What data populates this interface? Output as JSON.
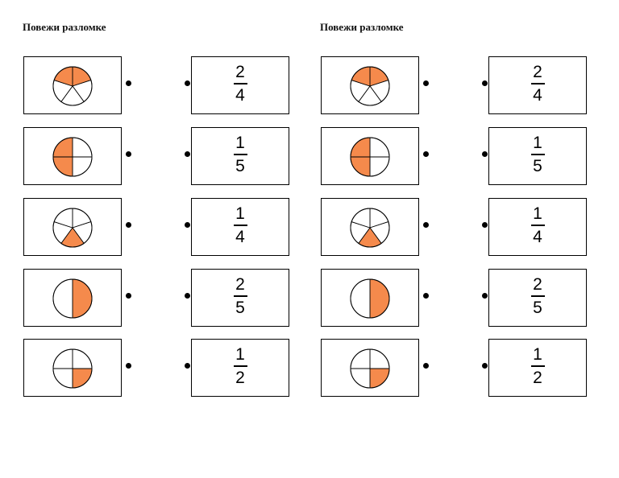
{
  "worksheets": [
    {
      "title": "Повежи разломке",
      "rows": [
        {
          "pie": {
            "parts": 5,
            "shaded": [
              0,
              4
            ]
          },
          "fraction": {
            "numerator": "2",
            "denominator": "4"
          }
        },
        {
          "pie": {
            "parts": 4,
            "shaded": [
              2,
              3
            ]
          },
          "fraction": {
            "numerator": "1",
            "denominator": "5"
          }
        },
        {
          "pie": {
            "parts": 5,
            "shaded": [
              2
            ]
          },
          "fraction": {
            "numerator": "1",
            "denominator": "4"
          }
        },
        {
          "pie": {
            "parts": 2,
            "shaded": [
              0
            ]
          },
          "fraction": {
            "numerator": "2",
            "denominator": "5"
          }
        },
        {
          "pie": {
            "parts": 4,
            "shaded": [
              1
            ]
          },
          "fraction": {
            "numerator": "1",
            "denominator": "2"
          }
        }
      ]
    },
    {
      "title": "Повежи разломке",
      "rows": [
        {
          "pie": {
            "parts": 5,
            "shaded": [
              0,
              4
            ]
          },
          "fraction": {
            "numerator": "2",
            "denominator": "4"
          }
        },
        {
          "pie": {
            "parts": 4,
            "shaded": [
              2,
              3
            ]
          },
          "fraction": {
            "numerator": "1",
            "denominator": "5"
          }
        },
        {
          "pie": {
            "parts": 5,
            "shaded": [
              2
            ]
          },
          "fraction": {
            "numerator": "1",
            "denominator": "4"
          }
        },
        {
          "pie": {
            "parts": 2,
            "shaded": [
              0
            ]
          },
          "fraction": {
            "numerator": "2",
            "denominator": "5"
          }
        },
        {
          "pie": {
            "parts": 4,
            "shaded": [
              1
            ]
          },
          "fraction": {
            "numerator": "1",
            "denominator": "2"
          }
        }
      ]
    }
  ],
  "colors": {
    "shaded": "#F58A4C",
    "outline": "#000000"
  }
}
